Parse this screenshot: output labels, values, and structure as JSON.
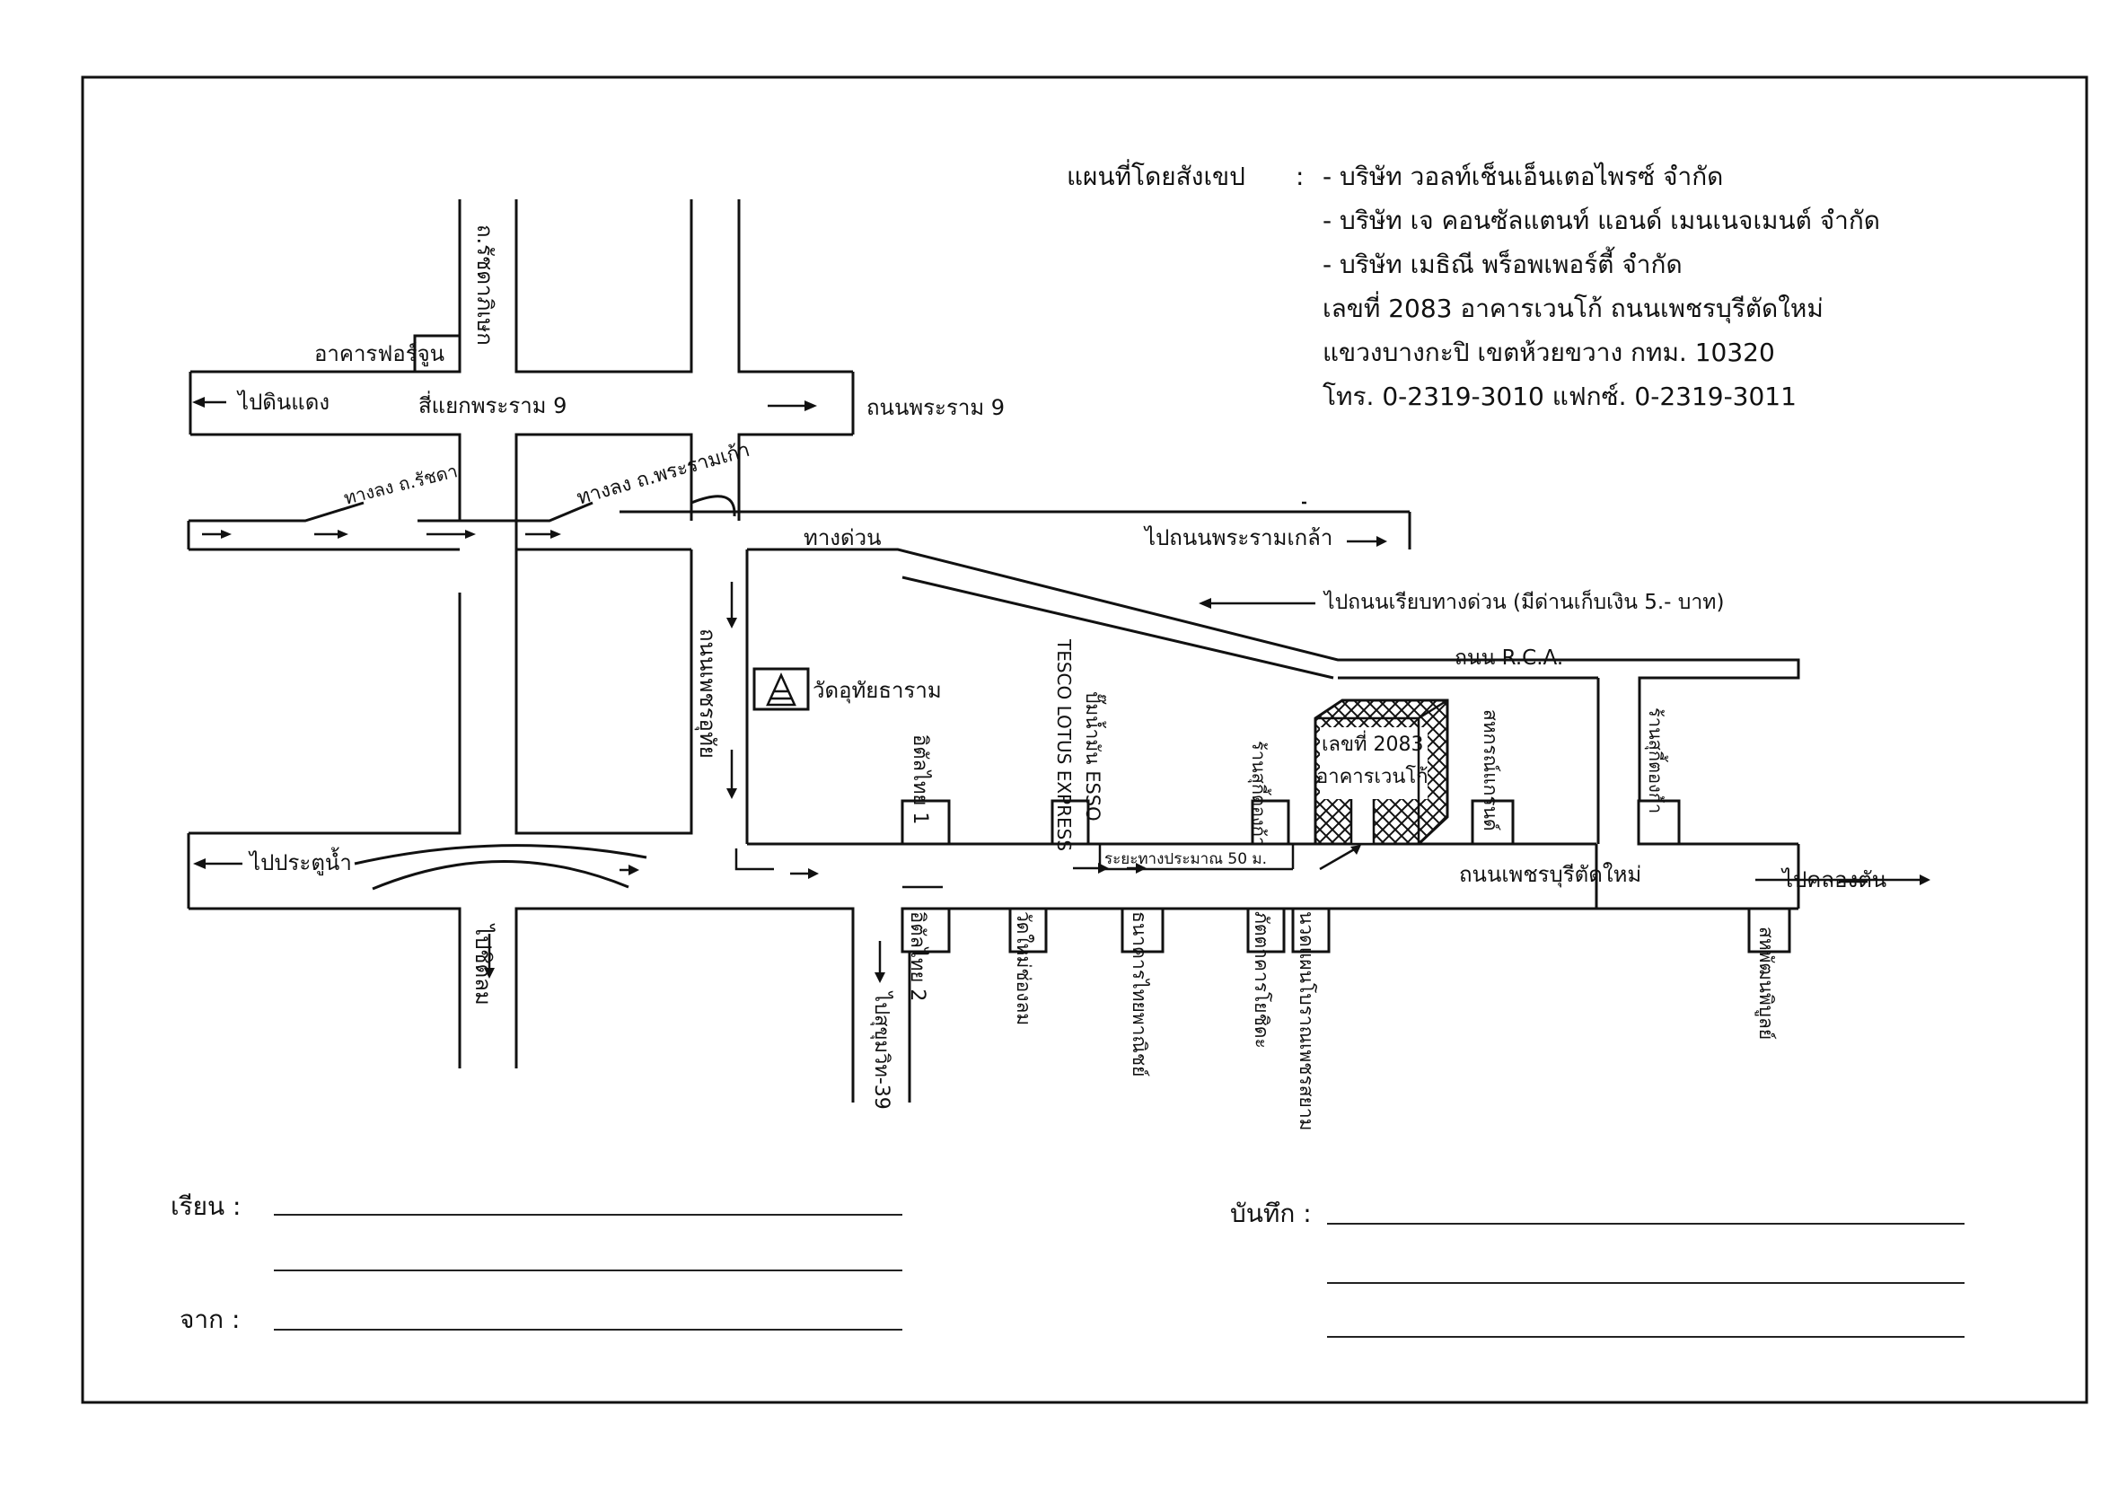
{
  "company_block": {
    "heading": "แผนที่โดยสังเขป",
    "separator": ":",
    "companies": [
      "- บริษัท วอลท์เช็นเอ็นเตอไพรซ์ จำกัด",
      "- บริษัท เจ คอนซัลแตนท์ แอนด์ เมนเนจเมนต์ จำกัด",
      "- บริษัท เมธิณี พร็อพเพอร์ตี้ จำกัด"
    ],
    "address_line1": "เลขที่ 2083 อาคารเวนโก้ ถนนเพชรบุรีตัดใหม่",
    "address_line2": "แขวงบางกะปิ เขตห้วยขวาง กทม. 10320",
    "phone_line": "โทร. 0-2319-3010  แฟกซ์. 0-2319-3011"
  },
  "map": {
    "road_labels": {
      "ratchada": "ถ.รัชดาภิเษก",
      "rama9_intersection": "สี่แยกพระราม 9",
      "to_din_daeng": "ไปดินแดง",
      "rama9_road": "ถนนพระราม 9",
      "exit_ratchada": "ทางลง ถ.รัชดา",
      "exit_rama9_old": "ทางลง ถ.พระรามเก้า",
      "expressway": "ทางด่วน",
      "to_rama9_klao": "ไปถนนพระรามเกล้า",
      "to_expressway_road": "ไปถนนเรียบทางด่วน (มีด่านเก็บเงิน 5.- บาท)",
      "rca_road": "ถนน R.C.A.",
      "phetchaburi_road_side": "ถนนเพชรอุทัย",
      "to_pratunam": "ไปประตูน้ำ",
      "phetchaburi_new_road": "ถนนเพชรบุรีตัดใหม่",
      "to_khlong_ton": "ไปคลองตัน",
      "to_chidlom": "ไปชิดลม",
      "to_sukhumvit": "ไปสุขุมวิท-39",
      "distance": "ระยะทางประมาณ 50 ม."
    },
    "landmarks": {
      "fortune_building": "อาคารฟอร์จูน",
      "wat": "วัดอุทัยธาราม",
      "soi_1": "อิตัลไทย 1",
      "tesco": "TESCO LOTUS EXPRESS",
      "esso": "ปั๊มน้ำมัน ESSO",
      "rabbit_shop": "ร้านสุกี้ตองก้า",
      "target_line1": "เลขที่ 2083",
      "target_line2": "อาคารเวนโก้",
      "hotel": "สหกรณ์แกรนด์",
      "big_c": "ร้านสุกี้ตองก้า",
      "soi_2": "อิตัลไทย 2",
      "wat_chong_lom": "วัดใหม่ช่องลม",
      "bank_thai": "ธนาคารไทยพาณิชย์",
      "rest_sansiri": "ภัตตาคารโยชิดะ",
      "bangkok_bank": "นวดแผนโบราณเพชรสยาม",
      "sahapat": "สหพัฒนพิบูลย์"
    }
  },
  "form": {
    "to_label": "เรียน :",
    "from_label": "จาก :",
    "memo_label": "บันทึก :"
  },
  "colors": {
    "ink": "#111111",
    "paper": "#ffffff"
  }
}
